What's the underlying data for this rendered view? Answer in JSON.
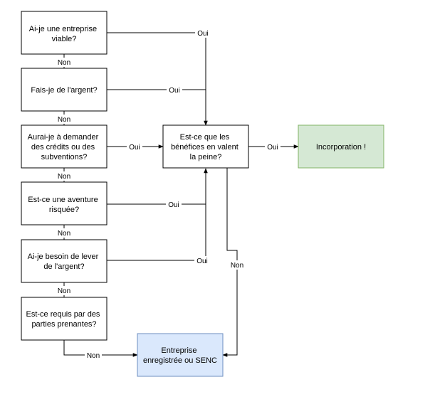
{
  "nodes": {
    "q1": [
      "Ai-je une entreprise",
      "viable?"
    ],
    "q2": [
      "Fais-je de l'argent?"
    ],
    "q3": [
      "Aurai-je à demander",
      "des crédits ou des",
      "subventions?"
    ],
    "q4": [
      "Est-ce une aventure",
      "risquée?"
    ],
    "q5": [
      "Ai-je besoin de lever",
      "de l'argent?"
    ],
    "q6": [
      "Est-ce requis par des",
      "parties prenantes?"
    ],
    "benefits": [
      "Est-ce que les",
      "bénéfices en valent",
      "la peine?"
    ],
    "incorporation": [
      "Incorporation !"
    ],
    "registered": [
      "Entreprise",
      "enregistrée ou SENC"
    ]
  },
  "edge_labels": {
    "yes": "Oui",
    "no": "Non"
  },
  "colors": {
    "incorporation_fill": "#d5e8d4",
    "registered_fill": "#dae8fc",
    "default_fill": "#ffffff"
  }
}
